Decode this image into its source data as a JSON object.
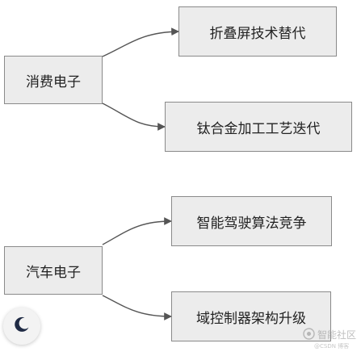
{
  "nodes": {
    "consumer": "消费电子",
    "foldable": "折叠屏技术替代",
    "titanium": "钛合金加工工艺迭代",
    "auto": "汽车电子",
    "smart_driving": "智能驾驶算法竞争",
    "domain_controller": "域控制器架构升级"
  },
  "edges": [
    {
      "from": "consumer",
      "to": "foldable"
    },
    {
      "from": "consumer",
      "to": "titanium"
    },
    {
      "from": "auto",
      "to": "smart_driving"
    },
    {
      "from": "auto",
      "to": "domain_controller"
    }
  ],
  "colors": {
    "node_fill": "#ececec",
    "node_border": "#8a8a8a",
    "edge": "#555555"
  },
  "theme_toggle": {
    "icon": "moon-icon"
  },
  "watermark": {
    "icon": "logo-icon",
    "text": "智能社区",
    "subtext": "@CSDN 博客"
  }
}
